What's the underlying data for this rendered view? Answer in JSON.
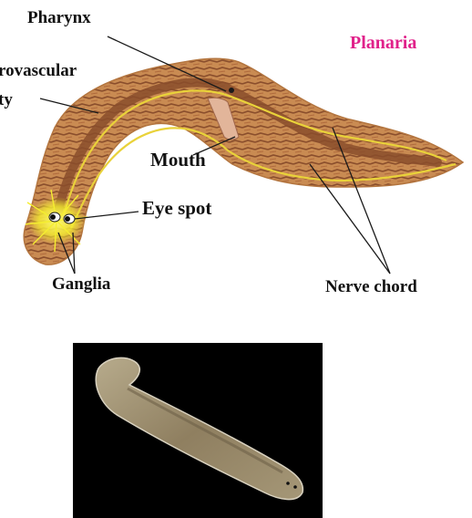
{
  "title": "Planaria",
  "title_color": "#e0218a",
  "labels": {
    "pharynx": "Pharynx",
    "gastro_line1": "rovascular",
    "gastro_line2": "ty",
    "mouth": "Mouth",
    "eye_spot": "Eye spot",
    "ganglia": "Ganglia",
    "nerve_chord": "Nerve chord"
  },
  "colors": {
    "body": "#c98b52",
    "gut": "#8a4e2c",
    "nerve": "#e9d23a",
    "glow": "#f5f03a",
    "pointer": "#1a1a1a",
    "photo_bg": "#000000",
    "worm": "#9c8a6a"
  }
}
